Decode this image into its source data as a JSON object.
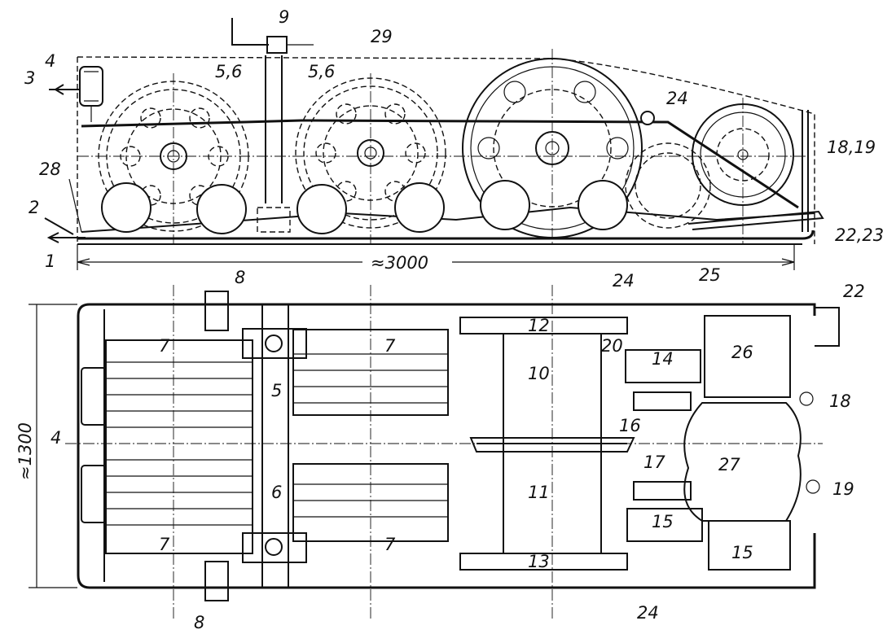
{
  "labels": {
    "l1": "1",
    "l2": "2",
    "l3": "3",
    "l4_top": "4",
    "l4_bottom": "4",
    "l5": "5",
    "l6": "6",
    "l56_a": "5,6",
    "l56_b": "5,6",
    "l7_tl": "7",
    "l7_tr": "7",
    "l7_bl": "7",
    "l7_br": "7",
    "l8_top": "8",
    "l8_bottom": "8",
    "l9": "9",
    "l10": "10",
    "l11": "11",
    "l12": "12",
    "l13": "13",
    "l14": "14",
    "l15_a": "15",
    "l15_b": "15",
    "l16": "16",
    "l17": "17",
    "l18": "18",
    "l19": "19",
    "l1819": "18,19",
    "l20": "20",
    "l22": "22",
    "l2223": "22,23",
    "l24_a": "24",
    "l24_b": "24",
    "l24_c": "24",
    "l25": "25",
    "l26": "26",
    "l27": "27",
    "l28": "28",
    "l29": "29"
  },
  "dimensions": {
    "length": "≈3000",
    "width": "≈1300"
  }
}
